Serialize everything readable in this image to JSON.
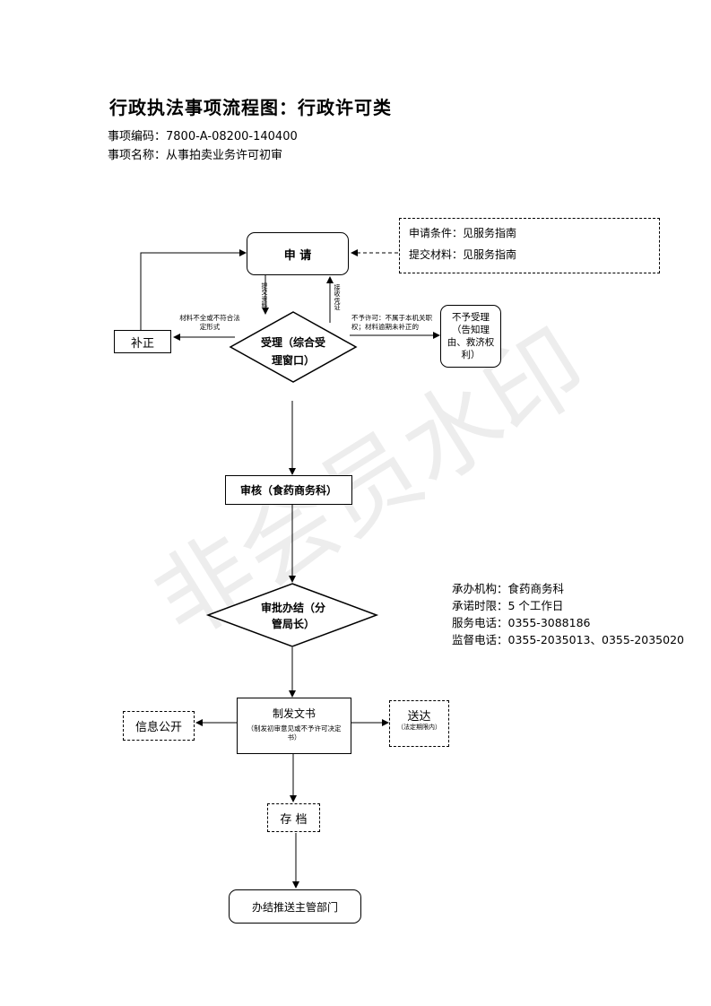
{
  "title": "行政执法事项流程图：行政许可类",
  "meta": {
    "code_label": "事项编码：7800-A-08200-140400",
    "name_label": "事项名称：",
    "name_value": "从事拍卖业务许可初审"
  },
  "nodes": {
    "apply": "申 请",
    "conditions_line1": "申请条件：见服务指南",
    "conditions_line2": "提交材料：见服务指南",
    "correction": "补正",
    "accept": "受理（综合受理窗口）",
    "accept_line1": "受理（综合受",
    "accept_line2": "理窗口）",
    "reject": "不予受理（告知理由、救济权利）",
    "review": "审核（食药商务科）",
    "approve_line1": "审批办结（分",
    "approve_line2": "管局长）",
    "document_title": "制发文书",
    "document_sub": "（制发初审意见或不予许可决定书）",
    "publicity": "信息公开",
    "deliver": "送达",
    "deliver_sub": "（法定期限内）",
    "archive": "存 档",
    "push": "办结推送主管部门"
  },
  "edge_labels": {
    "submit": "提交资料",
    "receipt": "接收凭证",
    "incomplete": "材料不全或不符合法定形式",
    "not_eligible": "不予许可：不属于本机关职权；材料逾期未补正的"
  },
  "info": {
    "agency": "承办机构：食药商务科",
    "time_limit": "承诺时限：5 个工作日",
    "service_phone": "服务电话：0355-3088186",
    "supervision_phone": "监督电话：0355-2035013、0355-2035020"
  },
  "watermark": "非会员水印"
}
